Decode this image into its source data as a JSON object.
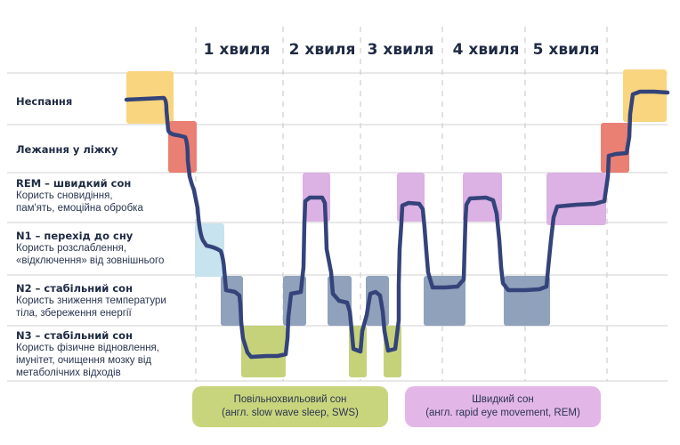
{
  "waves": [
    "1 хвиля",
    "2 хвиля",
    "3 хвиля",
    "4 хвиля",
    "5 хвиля"
  ],
  "stages": {
    "awake": {
      "title": "Неспання"
    },
    "in_bed": {
      "title": "Лежання у ліжку"
    },
    "rem": {
      "title": "REM – швидкий сон",
      "desc": "Користь сновидіння,\nпам'ять, емоційна обробка"
    },
    "n1": {
      "title": "N1 – перехід до сну",
      "desc": "Користь розслаблення,\n«відключення» від зовнішнього"
    },
    "n2": {
      "title": "N2 – стабільний сон",
      "desc": "Користь зниження температури\nтіла, збереження енергії"
    },
    "n3": {
      "title": "N3 – стабільний сон",
      "desc": "Користь фізичне відновлення,\nімунітет, очищення мозку від\nметаболічних відходів"
    }
  },
  "legend": {
    "sws": "Повільнохвильовий сон\n(англ. slow wave sleep, SWS)",
    "rem": "Швидкий сон\n(англ. rapid eye movement, REM)"
  },
  "colors": {
    "awake": "#f8d57e",
    "in_bed": "#ea7f74",
    "rem": "#dcb1e4",
    "n1": "#c6e3ee",
    "n2": "#8fa1bb",
    "n3": "#c6d27a",
    "line": "#34437a",
    "sws_legend": "#c9d57c",
    "rem_legend": "#e3b6e8",
    "grid": "#d9d9d9"
  }
}
